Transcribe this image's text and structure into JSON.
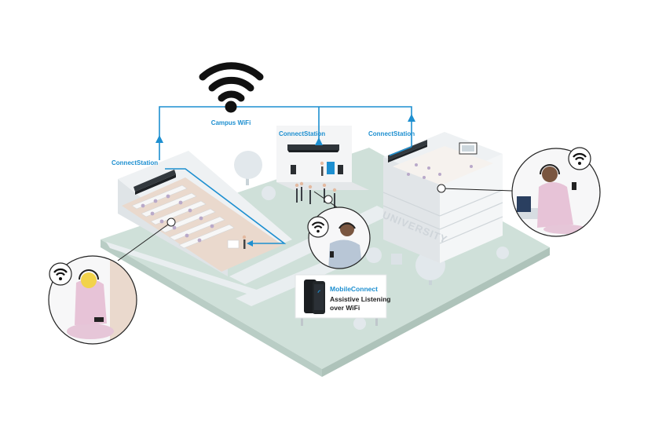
{
  "diagram": {
    "wifi_label": "Campus WiFi",
    "connectstation_labels": [
      "ConnectStation",
      "ConnectStation",
      "ConnectStation"
    ],
    "building_sign": "UNIVERSITY",
    "billboard": {
      "title": "MobileConnect",
      "line1": "Assistive Listening",
      "line2": "over WiFi"
    },
    "colors": {
      "accent": "#1d8fd0",
      "ground": "#cfe0d9",
      "path": "#e9eef0",
      "floor": "#e8d9cf"
    },
    "icons": [
      "wifi-icon",
      "wifi-badge-icon",
      "smartphone-icon",
      "headphones-icon"
    ]
  }
}
